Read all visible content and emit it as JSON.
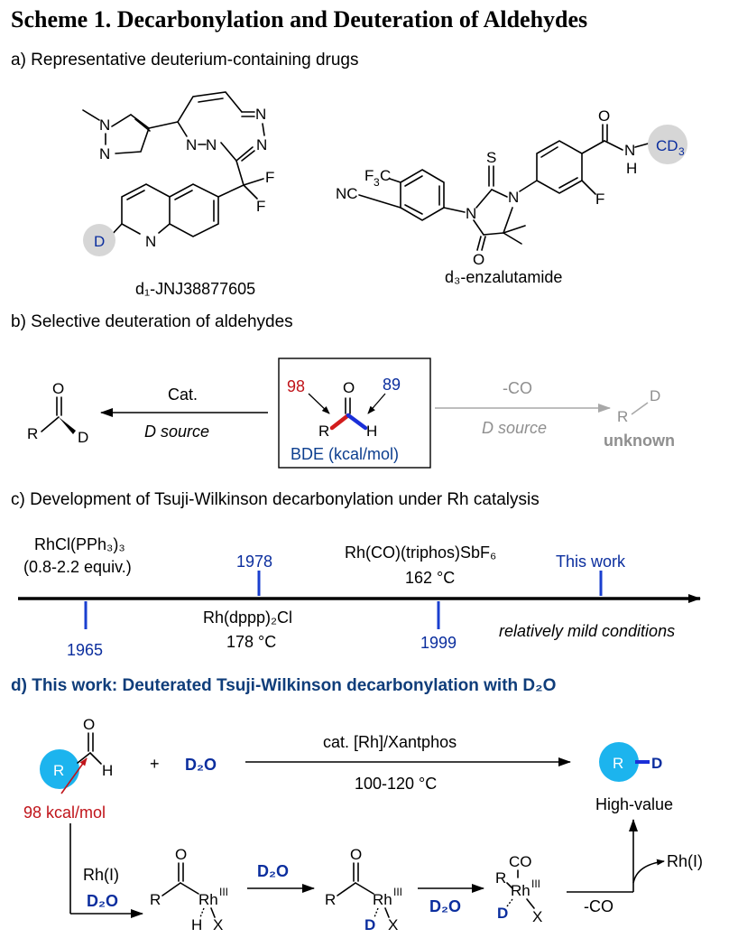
{
  "title": "Scheme 1. Decarbonylation and Deuteration of Aldehydes",
  "section_a": {
    "heading": "a) Representative deuterium-containing drugs",
    "drug1_name": "d₁-JNJ38877605",
    "drug2_name": "d₃-enzalutamide"
  },
  "section_b": {
    "heading": "b) Selective deuteration of aldehydes",
    "left_arrow_top": "Cat.",
    "left_arrow_bottom": "D source",
    "bde_left": "98",
    "bde_right": "89",
    "bde_caption": "BDE (kcal/mol)",
    "right_arrow_top": "-CO",
    "right_arrow_bottom": "D source",
    "right_product_status": "unknown"
  },
  "section_c": {
    "heading": "c) Development of Tsuji-Wilkinson decarbonylation under Rh catalysis",
    "timeline_end_note": "relatively mild conditions",
    "events": [
      {
        "year": "1965",
        "reagent": "RhCl(PPh₃)₃",
        "conditions": "(0.8-2.2 equiv.)"
      },
      {
        "year": "1978",
        "reagent": "Rh(dppp)₂Cl",
        "conditions": "178 °C"
      },
      {
        "year": "1999",
        "reagent": "Rh(CO)(triphos)SbF₆",
        "conditions": "162 °C"
      },
      {
        "year": "This work",
        "reagent": "",
        "conditions": ""
      }
    ]
  },
  "section_d": {
    "heading": "d) This work: Deuterated Tsuji-Wilkinson decarbonylation with D₂O",
    "reagent_water": "D₂O",
    "arrow_top": "cat. [Rh]/Xantphos",
    "arrow_bottom": "100-120 °C",
    "bond_energy": "98 kcal/mol",
    "product_label": "High-value",
    "mech_rh1": "Rh(I)",
    "mech_d2o_a": "D₂O",
    "mech_d2o_b": "D₂O",
    "mech_d2o_c": "D₂O",
    "mech_minus_co": "-CO",
    "mech_regen": "Rh(I)"
  },
  "colors": {
    "deuterium_blue": "#0b2e9e",
    "bond_red": "#c0141a",
    "highlight_cyan": "#1cb4ee",
    "deuterium_circle_grey": "#d6d6d6",
    "section_d_heading": "#0f3d7a"
  }
}
